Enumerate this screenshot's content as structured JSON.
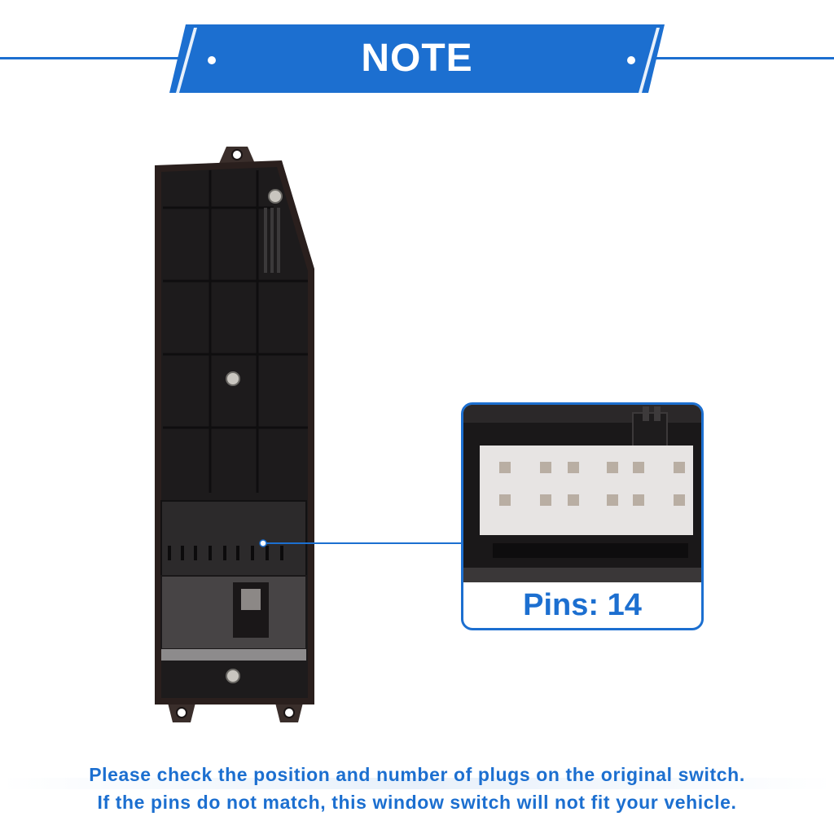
{
  "banner": {
    "title": "NOTE"
  },
  "inset": {
    "pins_label": "Pins: 14"
  },
  "notes": {
    "line1": "Please check the position and number of plugs on the original switch.",
    "line2": "If the pins do not match, this window switch will not fit your vehicle."
  },
  "colors": {
    "accent": "#1c6fd0",
    "housing": "#2a2626"
  }
}
